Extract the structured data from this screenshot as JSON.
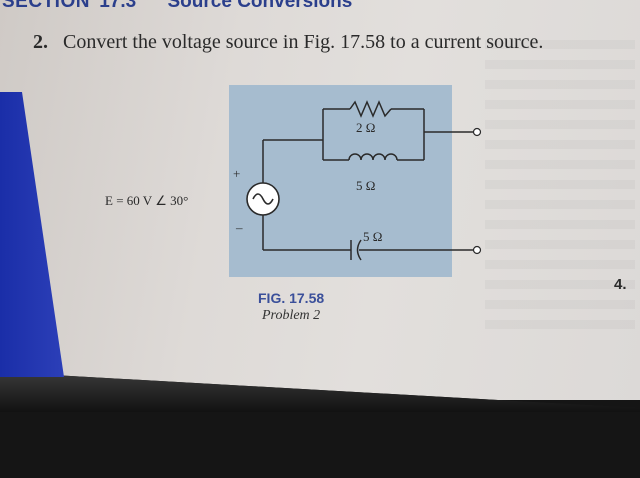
{
  "header": {
    "section_label": "SECTION",
    "section_number": "17.3",
    "section_title": "Source Conversions"
  },
  "problem": {
    "number": "2.",
    "text": "Convert the voltage source in Fig. 17.58 to a current source."
  },
  "circuit": {
    "resistor_label": "2 Ω",
    "inductor_label": "5 Ω",
    "capacitor_label": "5 Ω",
    "plus_sign": "+",
    "minus_sign": "–",
    "source_label": "E = 60 V ∠ 30°"
  },
  "caption": {
    "figure": "FIG. 17.58",
    "problem": "Problem 2"
  },
  "side_number": "4."
}
